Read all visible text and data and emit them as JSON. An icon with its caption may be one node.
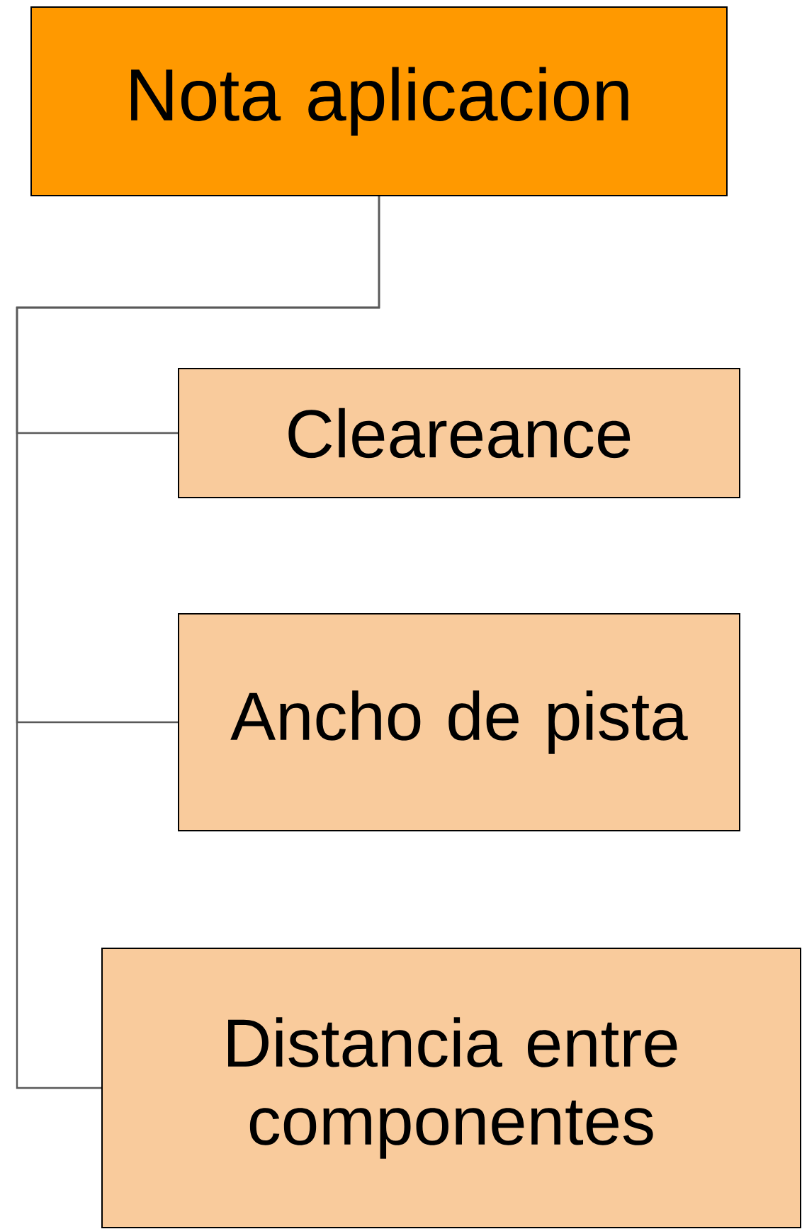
{
  "diagram": {
    "nodes": [
      {
        "text": [
          "Nota aplicacion"
        ]
      },
      {
        "text": [
          "Cleareance"
        ]
      },
      {
        "text": [
          "Ancho de pista"
        ]
      },
      {
        "text": [
          "Distancia entre componentes"
        ]
      }
    ],
    "edges": [
      {
        "from": 0,
        "to": 1,
        "arrow": "none"
      },
      {
        "from": 0,
        "to": 2,
        "arrow": "none"
      },
      {
        "from": 0,
        "to": 3,
        "arrow": "none"
      }
    ]
  }
}
